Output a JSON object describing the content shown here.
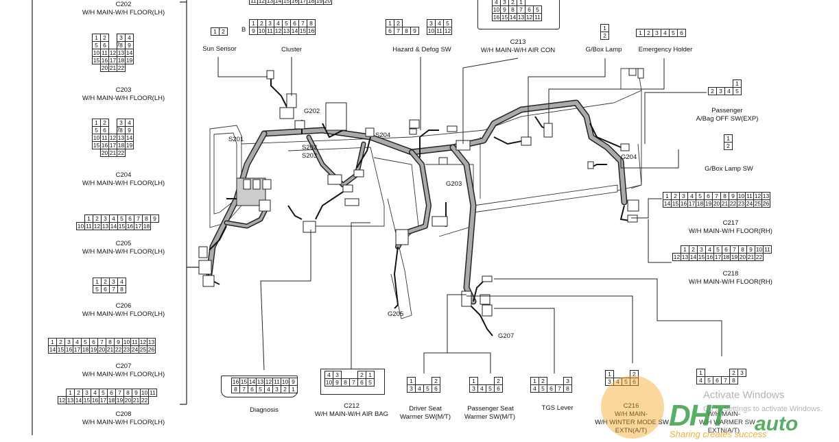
{
  "left_column": {
    "c202": {
      "code": "C202",
      "desc": "W/H MAIN-W/H FLOOR(LH)"
    },
    "c203": {
      "code": "C203",
      "desc": "W/H MAIN-W/H FLOOR(LH)"
    },
    "c204": {
      "code": "C204",
      "desc": "W/H MAIN-W/H FLOOR(LH)"
    },
    "c205": {
      "code": "C205",
      "desc": "W/H MAIN-W/H FLOOR(LH)"
    },
    "c206": {
      "code": "C206",
      "desc": "W/H MAIN-W/H FLOOR(LH)"
    },
    "c207": {
      "code": "C207",
      "desc": "W/H MAIN-W/H FLOOR(LH)"
    },
    "c208": {
      "code": "C208",
      "desc": "W/H MAIN-W/H FLOOR(LH)"
    }
  },
  "top_row": {
    "sun_sensor": "Sun Sensor",
    "cluster": "Cluster",
    "cluster_b": "B",
    "hazard": "Hazard & Defog SW",
    "c213": {
      "code": "C213",
      "desc": "W/H MAIN-W/H AIR CON"
    },
    "gbox_lamp": "G/Box Lamp",
    "emergency": "Emergency Holder"
  },
  "right_column": {
    "passenger_airbag": [
      "Passenger",
      "A/Bag OFF SW(EXP)"
    ],
    "gbox_lamp_sw": "G/Box Lamp SW",
    "c217": {
      "code": "C217",
      "desc": "W/H MAIN-W/H FLOOR(RH)"
    },
    "c218": {
      "code": "C218",
      "desc": "W/H MAIN-W/H FLOOR(RH)"
    }
  },
  "bottom_row": {
    "diagnosis": "Diagnosis",
    "c212": {
      "code": "C212",
      "desc": "W/H MAIN-W/H AIR BAG"
    },
    "driver_seat": [
      "Driver Seat",
      "Warmer SW(M/T)"
    ],
    "passenger_seat": [
      "Passenger Seat",
      "Warmer SW(M/T)"
    ],
    "tgs": "TGS Lever",
    "c216": {
      "code": "C216",
      "lines": [
        "W/H MAIN-",
        "W/H WINTER MODE SW",
        "EXTN(A/T)"
      ]
    },
    "c219_partial": [
      "W/H MAIN-",
      "W/H WARMER SW",
      "EXTN(A/T)"
    ]
  },
  "harness_tags": {
    "s201": "S201",
    "s202": "S202",
    "s203": "S203",
    "s204": "S204",
    "g202": "G202",
    "g203": "G203",
    "g204": "G204",
    "g205": "G205",
    "g207": "G207"
  },
  "watermark": {
    "activate_title": "Activate Windows",
    "activate_sub": "Go to Settings to activate Windows.",
    "logo_a": "DHT",
    "logo_b": "auto",
    "slogan": "Sharing creates success"
  },
  "colors": {
    "line": "#222222",
    "harness": "#a9a9a9",
    "logo_orange": "#f5a623",
    "logo_green": "#2e9a3e"
  }
}
